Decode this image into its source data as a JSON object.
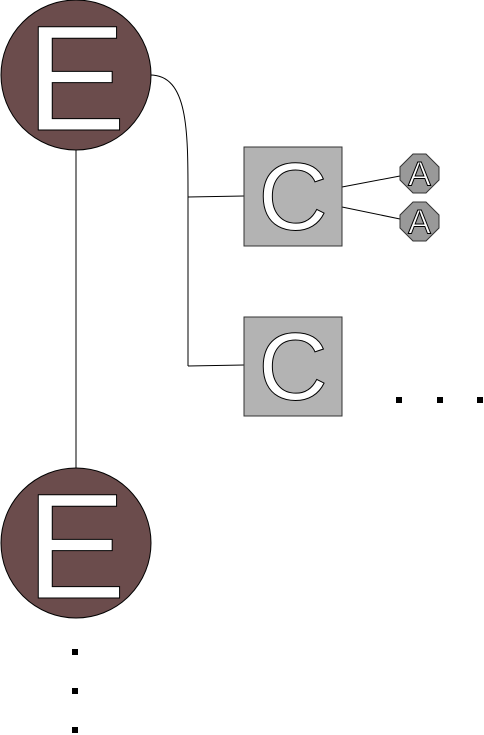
{
  "diagram": {
    "nodes": {
      "e_top": {
        "label": "E",
        "color": "#6b4c4c"
      },
      "e_bottom": {
        "label": "E",
        "color": "#6b4c4c"
      },
      "c_upper": {
        "label": "C",
        "color": "#b3b3b3"
      },
      "c_lower": {
        "label": "C",
        "color": "#b3b3b3"
      },
      "a_upper": {
        "label": "A",
        "color": "#999999"
      },
      "a_lower": {
        "label": "A",
        "color": "#999999"
      }
    },
    "continuations": {
      "horizontal": "more-siblings-ellipsis",
      "vertical": "more-items-ellipsis"
    }
  }
}
